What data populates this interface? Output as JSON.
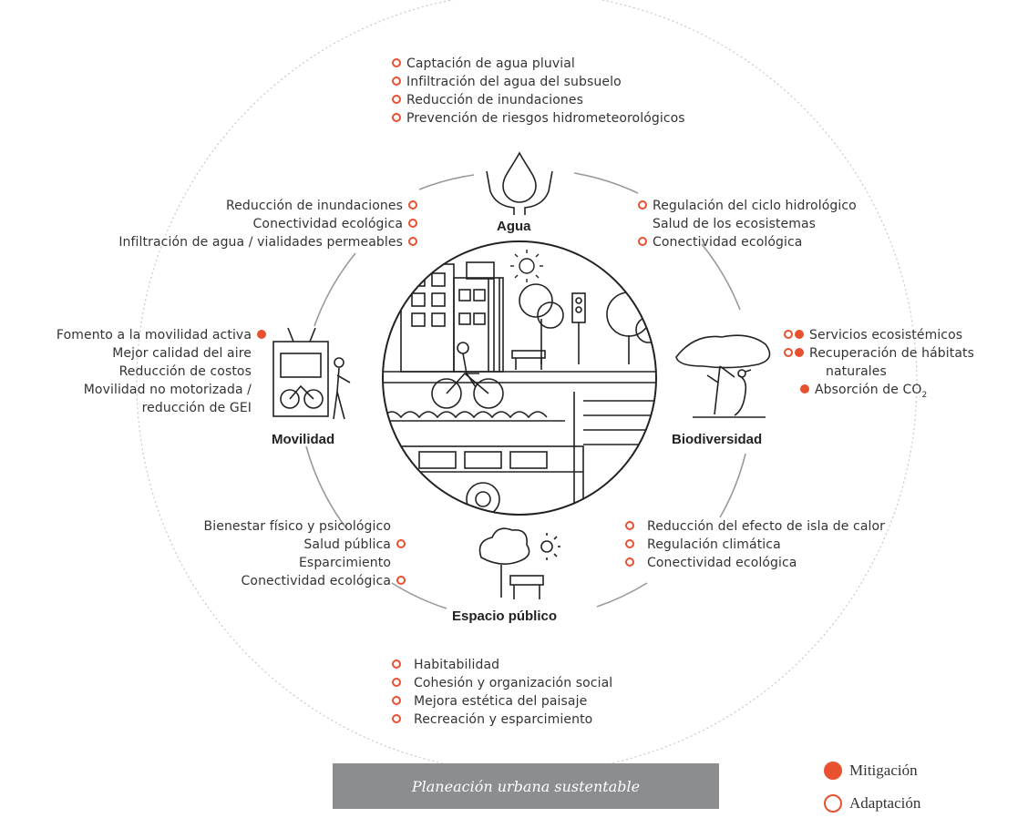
{
  "banner": "Planeación urbana sustentable",
  "categories": {
    "agua": "Agua",
    "movilidad": "Movilidad",
    "biodiversidad": "Biodiversidad",
    "espacio": "Espacio público"
  },
  "legend": {
    "mitigacion": "Mitigación",
    "adaptacion": "Adaptación"
  },
  "colors": {
    "accent": "#e8502f",
    "banner": "#8c8d8f"
  },
  "groups": {
    "agua_top": [
      "Captación de agua pluvial",
      "Infiltración del agua del subsuelo",
      "Reducción de inundaciones",
      "Prevención de riesgos hidrometeorológicos"
    ],
    "agua_mov": [
      "Reducción de inundaciones",
      "Conectividad ecológica",
      "Infiltración de agua / vialidades permeables"
    ],
    "agua_bio": [
      "Regulación del ciclo hidrológico",
      "Salud de los ecosistemas",
      "Conectividad ecológica"
    ],
    "movilidad": [
      "Fomento a la movilidad activa",
      "Mejor calidad del aire",
      "Reducción de costos",
      "Movilidad no motorizada /",
      "reducción de GEI"
    ],
    "biodiversidad": [
      "Servicios ecosistémicos",
      "Recuperación de hábitats",
      "naturales",
      "Absorción de CO"
    ],
    "co2_sub": "2",
    "mov_esp": [
      "Bienestar físico y psicológico",
      "Salud pública",
      "Esparcimiento",
      "Conectividad ecológica"
    ],
    "bio_esp": [
      "Reducción del efecto de isla de calor",
      "Regulación climática",
      "Conectividad ecológica"
    ],
    "espacio_bottom": [
      "Habitabilidad",
      "Cohesión y organización social",
      "Mejora estética del paisaje",
      "Recreación y esparcimiento"
    ]
  }
}
